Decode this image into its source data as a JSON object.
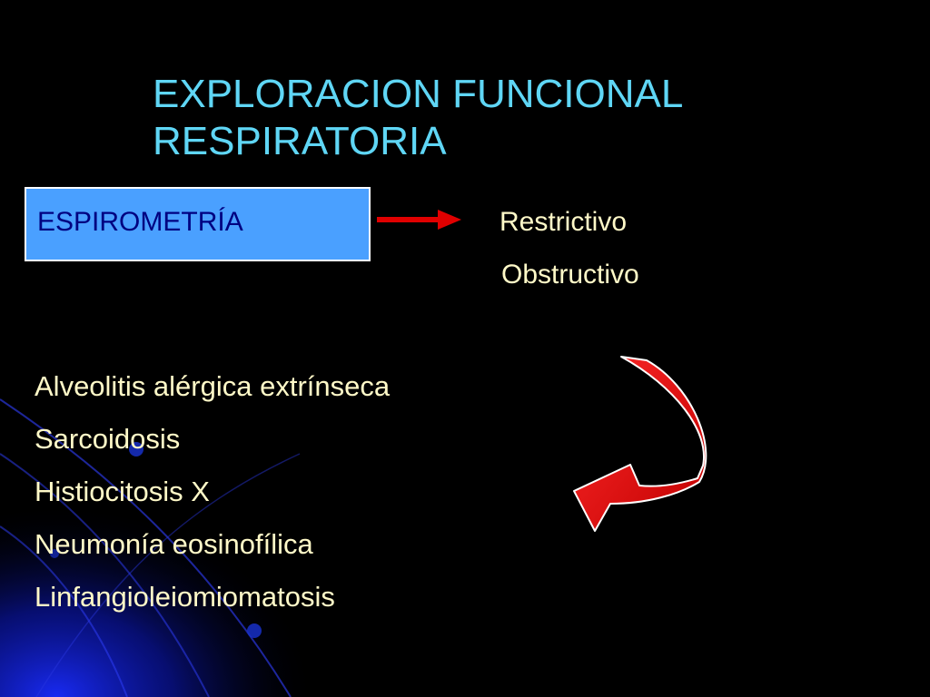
{
  "slide": {
    "title_line1": "EXPLORACION FUNCIONAL",
    "title_line2": "RESPIRATORIA",
    "box_label": "ESPIROMETRÍA",
    "results": [
      "Restrictivo",
      "Obstructivo"
    ],
    "diseases": [
      "Alveolitis alérgica extrínseca",
      "Sarcoidosis",
      "Histiocitosis X",
      "Neumonía eosinofílica",
      "Linfangioleiomiomatosis"
    ]
  },
  "colors": {
    "background": "#000000",
    "title": "#5fd6f5",
    "box_fill": "#4aa0ff",
    "box_text": "#000080",
    "body_text": "#fff9c8",
    "arrow": "#e00000"
  },
  "icons": {
    "straight_arrow": "right-arrow-icon",
    "curved_arrow": "curved-arrow-icon"
  }
}
